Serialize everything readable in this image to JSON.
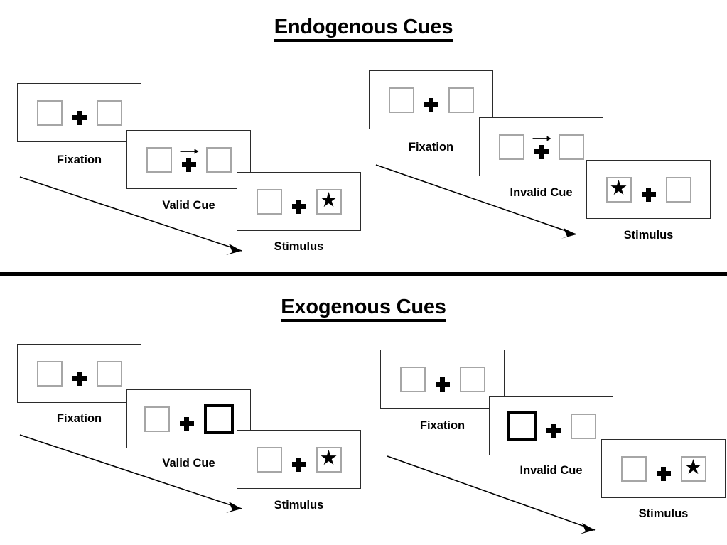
{
  "figure": {
    "title_endogenous": "Endogenous Cues",
    "title_exogenous": "Exogenous Cues",
    "colors": {
      "ink": "#000000",
      "panel_border": "#2b2b2b",
      "box_border": "#a6a6a6",
      "cued_box_border": "#000000",
      "background": "#ffffff"
    }
  },
  "glyphs": {
    "star": "★",
    "plus": "fixation-cross",
    "arrow": "cue-arrow-right"
  },
  "sections": [
    {
      "id": "endogenous",
      "title": "Endogenous Cues",
      "columns": [
        {
          "id": "endogenous-valid",
          "panels": [
            {
              "caption": "Fixation",
              "left_box": "empty",
              "right_box": "empty",
              "centre": "plus"
            },
            {
              "caption": "Valid Cue",
              "left_box": "empty",
              "right_box": "empty",
              "centre": "plus-with-arrow-right"
            },
            {
              "caption": "Stimulus",
              "left_box": "empty",
              "right_box": "star",
              "centre": "plus"
            }
          ]
        },
        {
          "id": "endogenous-invalid",
          "panels": [
            {
              "caption": "Fixation",
              "left_box": "empty",
              "right_box": "empty",
              "centre": "plus"
            },
            {
              "caption": "Invalid Cue",
              "left_box": "empty",
              "right_box": "empty",
              "centre": "plus-with-arrow-right"
            },
            {
              "caption": "Stimulus",
              "left_box": "star",
              "right_box": "empty",
              "centre": "plus"
            }
          ]
        }
      ]
    },
    {
      "id": "exogenous",
      "title": "Exogenous Cues",
      "columns": [
        {
          "id": "exogenous-valid",
          "panels": [
            {
              "caption": "Fixation",
              "left_box": "empty",
              "right_box": "empty",
              "centre": "plus"
            },
            {
              "caption": "Valid Cue",
              "left_box": "empty",
              "right_box": "cued",
              "centre": "plus"
            },
            {
              "caption": "Stimulus",
              "left_box": "empty",
              "right_box": "star",
              "centre": "plus"
            }
          ]
        },
        {
          "id": "exogenous-invalid",
          "panels": [
            {
              "caption": "Fixation",
              "left_box": "empty",
              "right_box": "empty",
              "centre": "plus"
            },
            {
              "caption": "Invalid Cue",
              "left_box": "cued",
              "right_box": "empty",
              "centre": "plus"
            },
            {
              "caption": "Stimulus",
              "left_box": "empty",
              "right_box": "star",
              "centre": "plus"
            }
          ]
        }
      ]
    }
  ],
  "captions": {
    "endo_valid_fixation": "Fixation",
    "endo_valid_cue": "Valid Cue",
    "endo_valid_stimulus": "Stimulus",
    "endo_invalid_fixation": "Fixation",
    "endo_invalid_cue": "Invalid Cue",
    "endo_invalid_stimulus": "Stimulus",
    "exo_valid_fixation": "Fixation",
    "exo_valid_cue": "Valid Cue",
    "exo_valid_stimulus": "Stimulus",
    "exo_invalid_fixation": "Fixation",
    "exo_invalid_cue": "Invalid Cue",
    "exo_invalid_stimulus": "Stimulus"
  },
  "stars": {
    "endo_valid": "★",
    "endo_invalid": "★",
    "exo_valid": "★",
    "exo_invalid": "★"
  }
}
